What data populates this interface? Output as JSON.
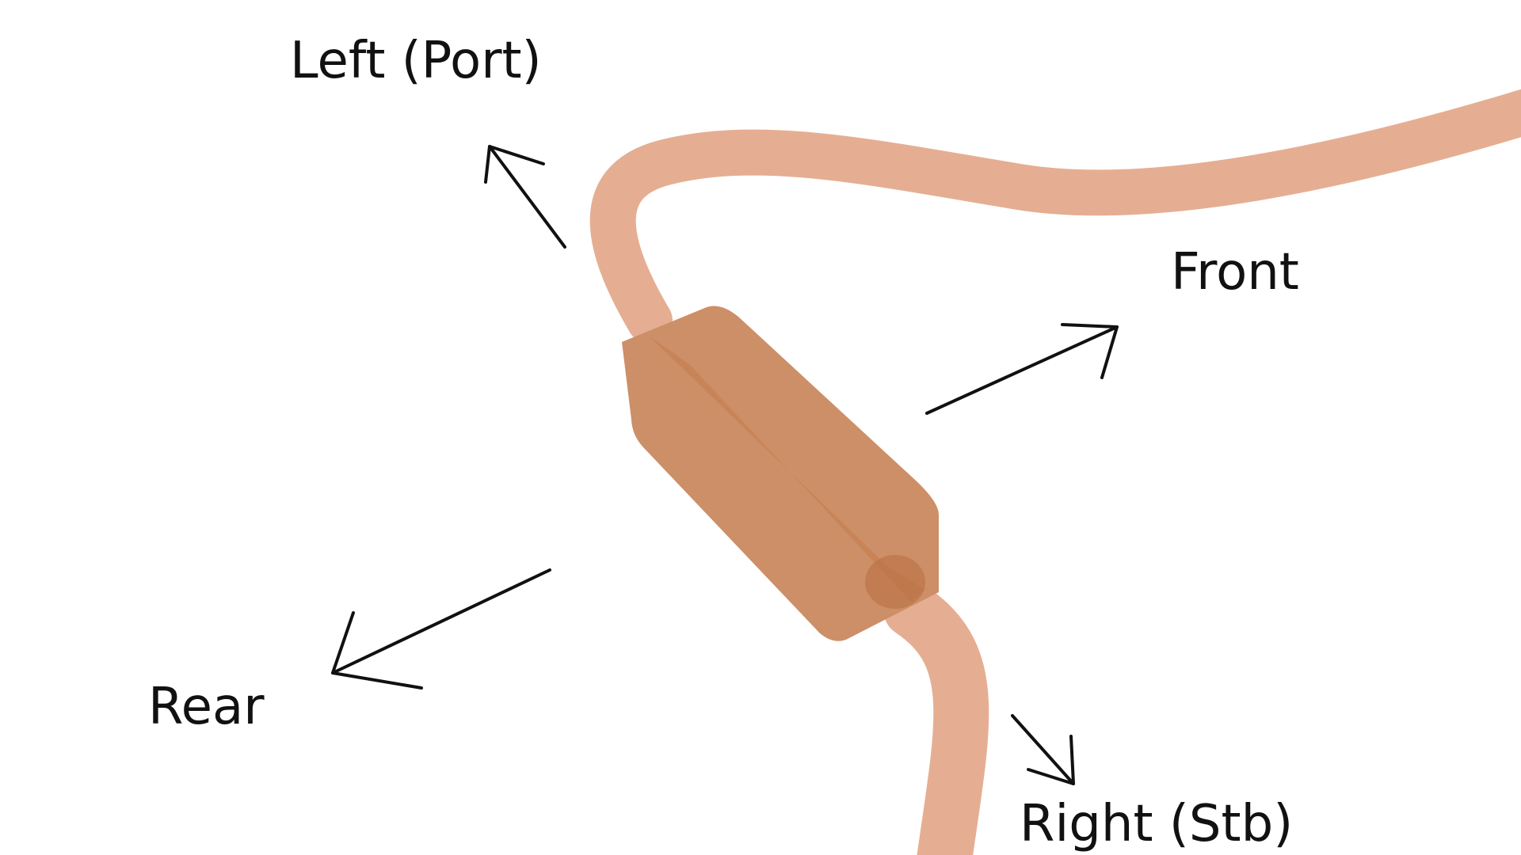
{
  "labels": {
    "left": "Left (Port)",
    "front": "Front",
    "rear": "Rear",
    "right": "Right (Stb)"
  },
  "colors": {
    "background": "#ffffff",
    "tube": "#e5ae92",
    "tube_edge": "#dca286",
    "body": "#cd8f67",
    "body_ridge": "#c47b4a",
    "body_dark": "#b97043",
    "arrow": "#111111",
    "label": "#111111"
  },
  "icons": {
    "arrow_left": "arrow-up-left-icon",
    "arrow_front": "arrow-up-right-icon",
    "arrow_rear": "arrow-down-left-icon",
    "arrow_right": "arrow-down-right-icon"
  }
}
